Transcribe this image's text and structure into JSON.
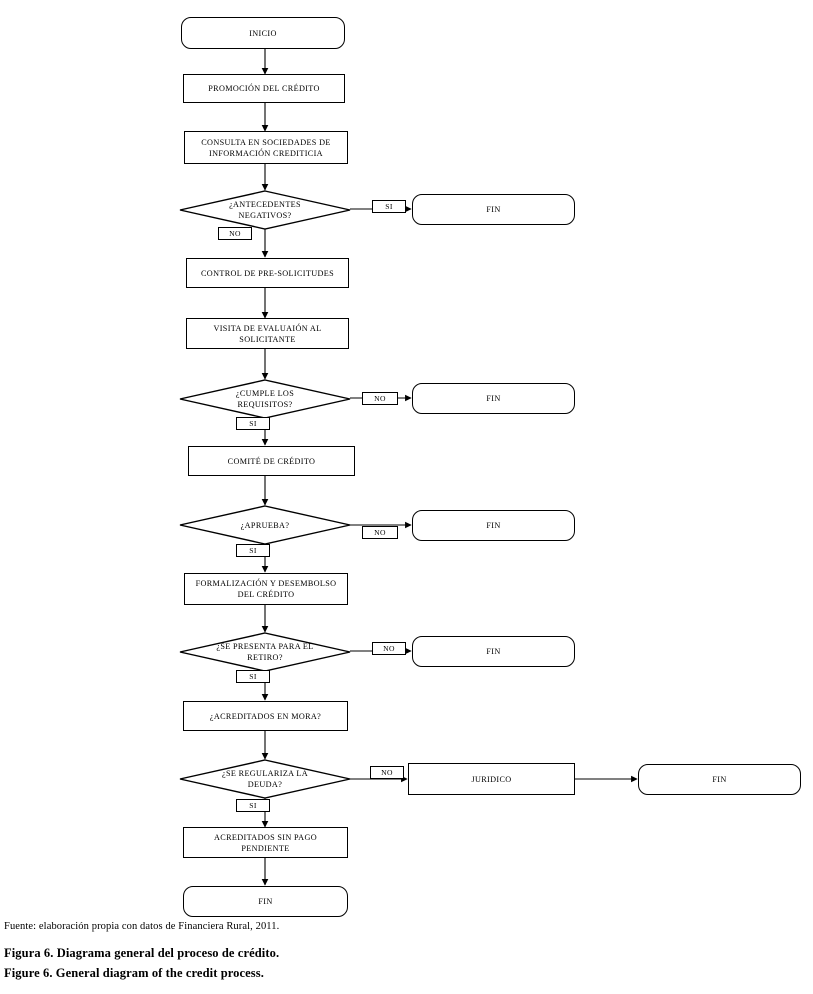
{
  "figure": {
    "source_note": "Fuente: elaboración propia con datos de Financiera Rural, 2011.",
    "caption_es": "Figura 6. Diagrama general del proceso de crédito.",
    "caption_en": "Figure 6. General diagram of the credit process."
  },
  "colors": {
    "stroke": "#000000",
    "fill": "#ffffff",
    "text": "#000000"
  },
  "nodes": {
    "start": {
      "label": "INICIO",
      "type": "terminal"
    },
    "promotion": {
      "label": "PROMOCIÓN DEL CRÉDITO",
      "type": "process"
    },
    "credit_bureau": {
      "label": "CONSULTA EN SOCIEDADES DE\nINFORMACIÓN CREDITICIA",
      "type": "process"
    },
    "negative_history": {
      "label": "¿ANTECEDENTES\nNEGATIVOS?",
      "type": "decision"
    },
    "end_1": {
      "label": "FIN",
      "type": "terminal"
    },
    "pre_requests_control": {
      "label": "CONTROL DE PRE-SOLICITUDES",
      "type": "process"
    },
    "evaluation_visit": {
      "label": "VISITA DE EVALUAIÓN  AL\nSOLICITANTE",
      "type": "process"
    },
    "meets_requirements": {
      "label": "¿CUMPLE LOS\nREQUISITOS?",
      "type": "decision"
    },
    "end_2": {
      "label": "FIN",
      "type": "terminal"
    },
    "credit_committee": {
      "label": "COMITÉ DE CRÉDITO",
      "type": "process"
    },
    "approves": {
      "label": "¿APRUEBA?",
      "type": "decision"
    },
    "end_3": {
      "label": "FIN",
      "type": "terminal"
    },
    "formalization": {
      "label": "FORMALIZACIÓN Y DESEMBOLSO\nDEL CRÉDITO",
      "type": "process"
    },
    "presents_withdrawal": {
      "label": "¿SE PRESENTA PARA EL\nRETIRO?",
      "type": "decision"
    },
    "end_4": {
      "label": "FIN",
      "type": "terminal"
    },
    "debtors_arrears": {
      "label": "¿ACREDITADOS EN MORA?",
      "type": "process"
    },
    "debt_regularized": {
      "label": "¿SE REGULARIZA LA\nDEUDA?",
      "type": "decision"
    },
    "legal": {
      "label": "JURIDICO",
      "type": "process"
    },
    "end_5": {
      "label": "FIN",
      "type": "terminal"
    },
    "debtors_no_pending": {
      "label": "ACREDITADOS SIN PAGO\nPENDIENTE",
      "type": "process"
    },
    "end_6": {
      "label": "FIN",
      "type": "terminal"
    }
  },
  "edge_tags": {
    "negative_history_yes": "SI",
    "negative_history_no": "NO",
    "meets_requirements_no": "NO",
    "meets_requirements_yes": "SI",
    "approves_no": "NO",
    "approves_yes": "SI",
    "presents_withdrawal_no": "NO",
    "presents_withdrawal_yes": "SI",
    "debt_regularized_no": "NO",
    "debt_regularized_yes": "SI"
  }
}
